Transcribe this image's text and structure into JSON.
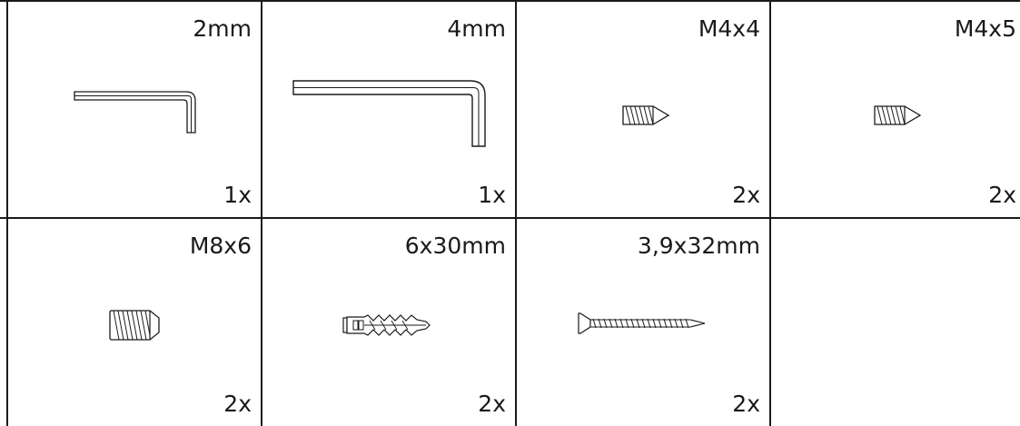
{
  "parts": [
    {
      "size": "2mm",
      "quantity": "1x",
      "icon": "hex-key-small-icon"
    },
    {
      "size": "4mm",
      "quantity": "1x",
      "icon": "hex-key-large-icon"
    },
    {
      "size": "M4x4",
      "quantity": "2x",
      "icon": "set-screw-icon"
    },
    {
      "size": "M4x5",
      "quantity": "2x",
      "icon": "set-screw-icon"
    },
    {
      "size": "M8x6",
      "quantity": "2x",
      "icon": "set-screw-large-icon"
    },
    {
      "size": "6x30mm",
      "quantity": "2x",
      "icon": "wall-plug-icon"
    },
    {
      "size": "3,9x32mm",
      "quantity": "2x",
      "icon": "wood-screw-icon"
    },
    {
      "size": "",
      "quantity": "",
      "icon": ""
    }
  ],
  "colors": {
    "line": "#1a1a1a",
    "background": "#ffffff"
  }
}
